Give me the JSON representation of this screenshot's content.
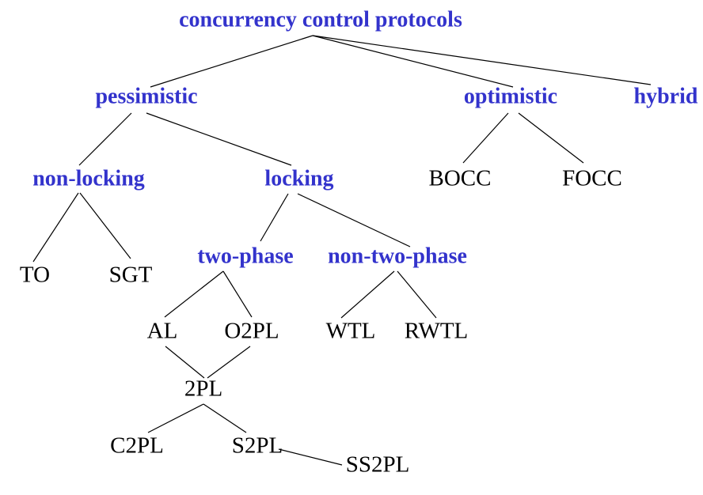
{
  "colors": {
    "category": "#3333cc",
    "leaf": "#000000",
    "edge": "#000000"
  },
  "nodes": [
    {
      "id": "root",
      "label": "concurrency control protocols",
      "kind": "category"
    },
    {
      "id": "pessimistic",
      "label": "pessimistic",
      "kind": "category"
    },
    {
      "id": "optimistic",
      "label": "optimistic",
      "kind": "category"
    },
    {
      "id": "hybrid",
      "label": "hybrid",
      "kind": "category"
    },
    {
      "id": "non-locking",
      "label": "non-locking",
      "kind": "category"
    },
    {
      "id": "locking",
      "label": "locking",
      "kind": "category"
    },
    {
      "id": "bocc",
      "label": "BOCC",
      "kind": "leaf"
    },
    {
      "id": "focc",
      "label": "FOCC",
      "kind": "leaf"
    },
    {
      "id": "to",
      "label": "TO",
      "kind": "leaf"
    },
    {
      "id": "sgt",
      "label": "SGT",
      "kind": "leaf"
    },
    {
      "id": "two-phase",
      "label": "two-phase",
      "kind": "category"
    },
    {
      "id": "non-two-phase",
      "label": "non-two-phase",
      "kind": "category"
    },
    {
      "id": "al",
      "label": "AL",
      "kind": "leaf"
    },
    {
      "id": "o2pl",
      "label": "O2PL",
      "kind": "leaf"
    },
    {
      "id": "wtl",
      "label": "WTL",
      "kind": "leaf"
    },
    {
      "id": "rwtl",
      "label": "RWTL",
      "kind": "leaf"
    },
    {
      "id": "2pl",
      "label": "2PL",
      "kind": "leaf"
    },
    {
      "id": "c2pl",
      "label": "C2PL",
      "kind": "leaf"
    },
    {
      "id": "s2pl",
      "label": "S2PL",
      "kind": "leaf"
    },
    {
      "id": "ss2pl",
      "label": "SS2PL",
      "kind": "leaf"
    }
  ],
  "edges": [
    {
      "from": "root",
      "to": "pessimistic"
    },
    {
      "from": "root",
      "to": "optimistic"
    },
    {
      "from": "root",
      "to": "hybrid"
    },
    {
      "from": "pessimistic",
      "to": "non-locking"
    },
    {
      "from": "pessimistic",
      "to": "locking"
    },
    {
      "from": "optimistic",
      "to": "bocc"
    },
    {
      "from": "optimistic",
      "to": "focc"
    },
    {
      "from": "non-locking",
      "to": "to"
    },
    {
      "from": "non-locking",
      "to": "sgt"
    },
    {
      "from": "locking",
      "to": "two-phase"
    },
    {
      "from": "locking",
      "to": "non-two-phase"
    },
    {
      "from": "two-phase",
      "to": "al"
    },
    {
      "from": "two-phase",
      "to": "o2pl"
    },
    {
      "from": "non-two-phase",
      "to": "wtl"
    },
    {
      "from": "non-two-phase",
      "to": "rwtl"
    },
    {
      "from": "al",
      "to": "2pl"
    },
    {
      "from": "o2pl",
      "to": "2pl"
    },
    {
      "from": "2pl",
      "to": "c2pl"
    },
    {
      "from": "2pl",
      "to": "s2pl"
    },
    {
      "from": "s2pl",
      "to": "ss2pl"
    }
  ]
}
